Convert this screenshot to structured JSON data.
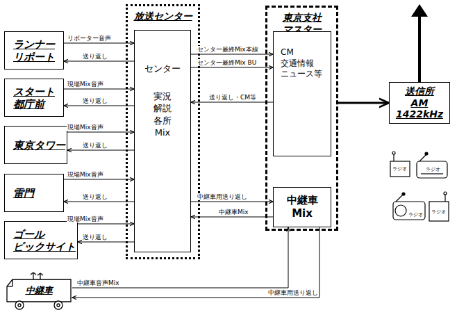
{
  "diagram": {
    "nodes": [
      {
        "text": [
          "ランナー リポート"
        ]
      },
      {
        "text": [
          "スタート 都庁前"
        ]
      },
      {
        "text": [
          "東京タワー"
        ]
      },
      {
        "text": [
          "雷門"
        ]
      },
      {
        "text": [
          "ゴール ビックサイト"
        ]
      },
      {
        "text": [
          "放送センター"
        ]
      },
      {
        "text": [
          "センター",
          "実況 解説 各所 Mix"
        ],
        "in": 5
      },
      {
        "text": [
          "東京支社 マスター"
        ]
      },
      {
        "text": [
          "CM 交通情報 ニュース等"
        ],
        "in": 7
      },
      {
        "text": [
          "中継車",
          "Mix"
        ],
        "in": 7
      },
      {
        "text": [
          "送信所 AM 1422kHz"
        ]
      },
      {
        "text": [
          "中継車"
        ]
      }
    ],
    "edges": [
      {
        "from": 0,
        "to": 6,
        "label": "リポーター音声",
        "arrow": "to"
      },
      {
        "from": 6,
        "to": 0,
        "label": "送り返し",
        "arrow": "to"
      },
      {
        "from": 1,
        "to": 6,
        "label": "現場Mix音声",
        "arrow": "to"
      },
      {
        "from": 6,
        "to": 1,
        "label": "送り返し",
        "arrow": "to"
      },
      {
        "from": 2,
        "to": 6,
        "label": "現場Mix音声",
        "arrow": "to"
      },
      {
        "from": 6,
        "to": 2,
        "label": "送り返し",
        "arrow": "to"
      },
      {
        "from": 3,
        "to": 6,
        "label": "現場Mix音声",
        "arrow": "to"
      },
      {
        "from": 6,
        "to": 3,
        "label": "送り返し",
        "arrow": "to"
      },
      {
        "from": 4,
        "to": 6,
        "label": "現場Mix音声",
        "arrow": "to"
      },
      {
        "from": 6,
        "to": 4,
        "label": "送り返し",
        "arrow": "to"
      },
      {
        "from": 6,
        "to": 8,
        "label": "センター最終Mix本線",
        "arrow": "to"
      },
      {
        "from": 6,
        "to": 8,
        "label": "センター最終Mix BU",
        "arrow": "to"
      },
      {
        "from": 8,
        "to": 6,
        "label": "送り返し・CM等",
        "arrow": "to"
      },
      {
        "from": 6,
        "to": 9,
        "label": "中継車用送り返し",
        "arrow": "to"
      },
      {
        "from": 9,
        "to": 6,
        "label": "中継車Mix",
        "arrow": "to"
      },
      {
        "from": 11,
        "to": 9,
        "label": "中継車音声Mix",
        "arrow": "to"
      },
      {
        "from": 9,
        "to": 11,
        "label": "中継車用送り返し",
        "arrow": "to"
      },
      {
        "from": 7,
        "to": 10,
        "arrow": "to"
      }
    ],
    "labels": [
      "ラジオ",
      "ラジオ",
      "ラジオ",
      "ラジオ"
    ]
  }
}
